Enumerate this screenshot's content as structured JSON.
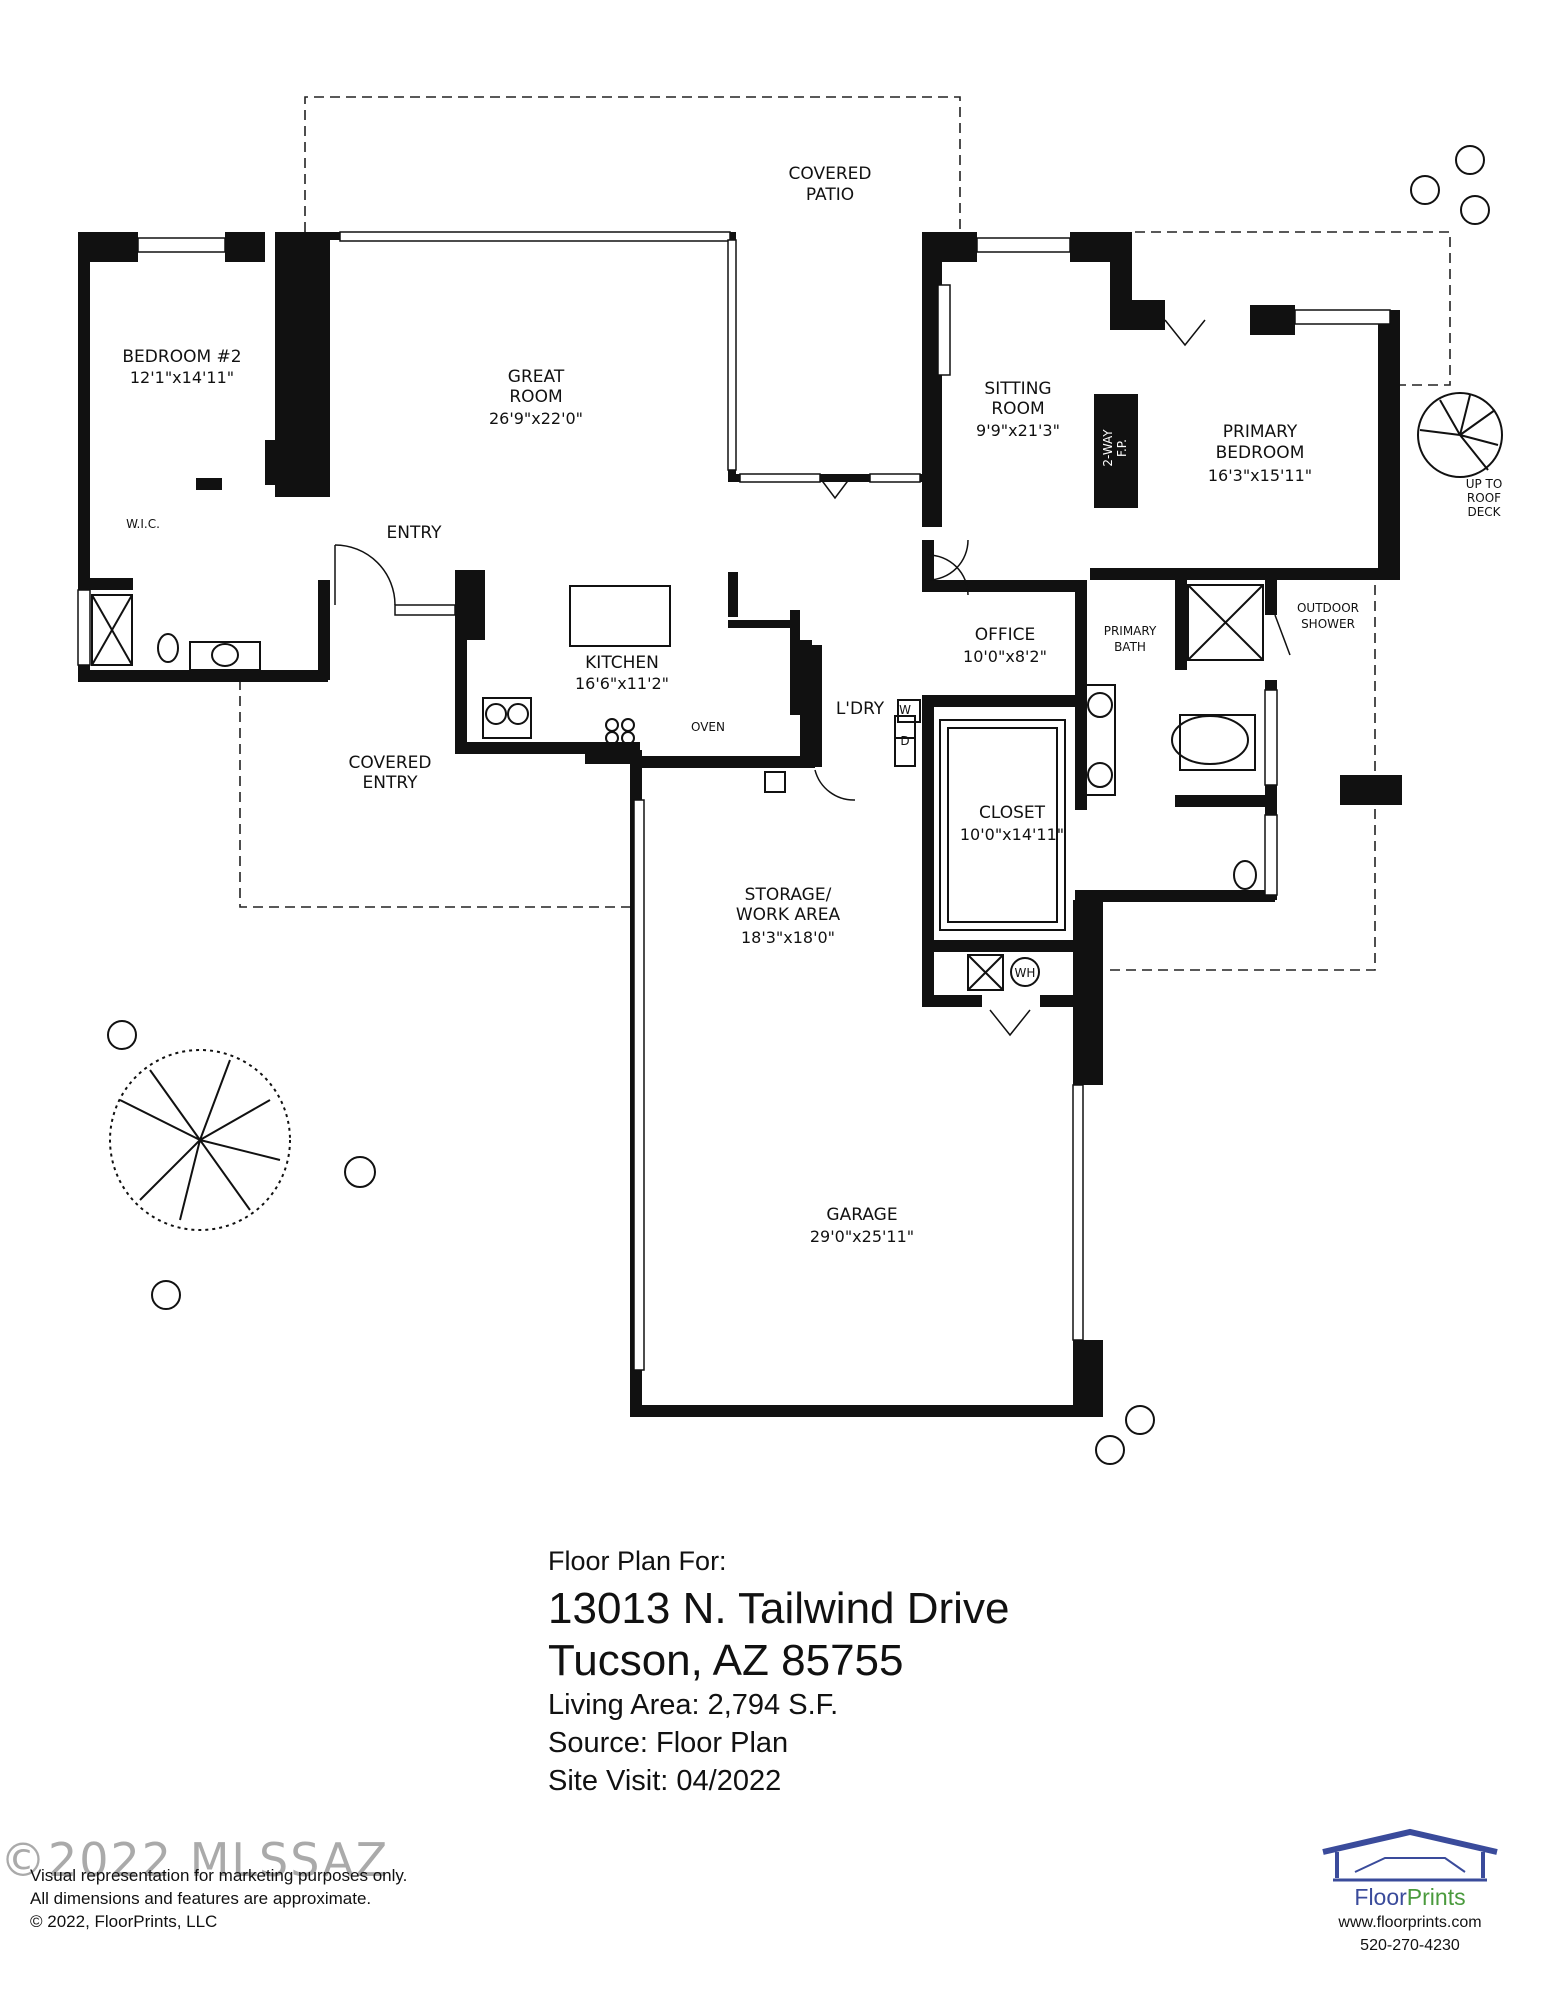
{
  "rooms": {
    "covered_patio": {
      "line1": "COVERED",
      "line2": "PATIO"
    },
    "bedroom2": {
      "name": "BEDROOM #2",
      "dims": "12'1\"x14'11\""
    },
    "wic": {
      "name": "W.I.C."
    },
    "great_room": {
      "line1": "GREAT",
      "line2": "ROOM",
      "dims": "26'9\"x22'0\""
    },
    "entry": {
      "name": "ENTRY"
    },
    "kitchen": {
      "name": "KITCHEN",
      "dims": "16'6\"x11'2\"",
      "oven": "OVEN"
    },
    "sitting_room": {
      "line1": "SITTING",
      "line2": "ROOM",
      "dims": "9'9\"x21'3\""
    },
    "fireplace": {
      "line1": "2-WAY",
      "line2": "F.P."
    },
    "primary_bedroom": {
      "line1": "PRIMARY",
      "line2": "BEDROOM",
      "dims": "16'3\"x15'11\""
    },
    "roof_deck": {
      "line1": "UP TO",
      "line2": "ROOF",
      "line3": "DECK"
    },
    "office": {
      "name": "OFFICE",
      "dims": "10'0\"x8'2\""
    },
    "primary_bath": {
      "line1": "PRIMARY",
      "line2": "BATH"
    },
    "outdoor_shower": {
      "line1": "OUTDOOR",
      "line2": "SHOWER"
    },
    "laundry": {
      "name": "L'DRY",
      "washer": "W",
      "dryer": "D"
    },
    "closet": {
      "name": "CLOSET",
      "dims": "10'0\"x14'11\""
    },
    "covered_entry": {
      "line1": "COVERED",
      "line2": "ENTRY"
    },
    "storage": {
      "line1": "STORAGE/",
      "line2": "WORK AREA",
      "dims": "18'3\"x18'0\""
    },
    "water_heater": {
      "name": "WH"
    },
    "garage": {
      "name": "GARAGE",
      "dims": "29'0\"x25'11\""
    }
  },
  "info": {
    "label": "Floor Plan For:",
    "address_line1": "13013 N. Tailwind Drive",
    "address_line2": "Tucson, AZ  85755",
    "living_area": "Living Area:  2,794 S.F.",
    "source": "Source:  Floor Plan",
    "site_visit": "Site Visit:  04/2022"
  },
  "disclaimer": {
    "line1": "Visual representation for marketing purposes only.",
    "line2": "All dimensions and features are approximate.",
    "line3": "© 2022, FloorPrints, LLC"
  },
  "watermark": "©2022 MLSSAZ",
  "brand": {
    "name_part1": "Floor",
    "name_part2": "Prints",
    "website": "www.floorprints.com",
    "phone": "520-270-4230",
    "colors": {
      "blue": "#3a4b9b",
      "green": "#4a9a3d"
    }
  }
}
